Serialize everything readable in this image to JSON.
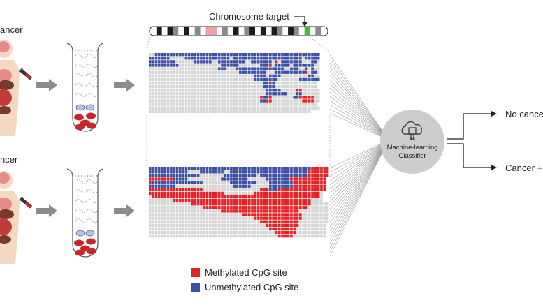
{
  "top_patient_label": "ancer",
  "bottom_patient_label": "ncer",
  "chromosome": {
    "label": "Chromosome target",
    "bands": [
      "w",
      "d",
      "w",
      "d",
      "m",
      "w",
      "d",
      "w",
      "m",
      "w",
      "pk",
      "pk",
      "w",
      "m",
      "w",
      "d",
      "w",
      "m",
      "d",
      "w",
      "d",
      "w",
      "d",
      "m",
      "w",
      "d",
      "m",
      "w",
      "gr",
      "w",
      "m",
      "w"
    ]
  },
  "methylation": {
    "top_rows": [
      "..UUUUUUUUUUUUUUUUUUUUUUUUUUUUUUUUUUUUUUUUUUUUUUUUUUUUUUU",
      "UUUUUUU.....UUUUUUUUUUUUUUU.UUUUUUUUUUUUUUUUUUUUUUU.UUUUU",
      "UUUUUUUUU......UUUUUU..UUUUUUUUU..UUUUUUU.R.UUUUUUU...UU.",
      "UUUUUUUUUU..............UUUUUU.......UUUR.UUUUU.UUUUUUU..",
      ".......................UUU...UUUUUUUUUUUUUUUU..UUU..U.U..",
      "..............................UUUUUUUUU...UUUUUUUUUUR.UU.",
      "...................................UUUU.UUUU.........UU..",
      "...................................UUUUUUUU.......UUUUUUU",
      "......................................UURU..............",
      "......................................UUUU..............",
      ".......................................UUUUU.....RR......",
      ".......................................UUUUUUU...UU......",
      ".....................................RUUR.......UURRRRR..",
      ".....................................UURR..........RRRR..",
      "........................................................",
      ".........................................................",
      "......................................................"
    ],
    "bottom_rows": [
      "UUUUUUUUUUUUUUUUUUUUUUUUUUUUUUUUUUUUUUUUUUUUUUUUUUUUUURRRRRR",
      "UUUUUUUUUUUUU....UUUUUUUU..UUUUUUUUUUUUUUUUUUUUUUUUUURRRRRRR",
      "UUUUUUUUUUUUUUUUU........UUUUUUUUUUU.UUUUUUUUUUUUUUUURRRRRRR",
      "RRRRRRRRUUUUU...........UUUUUUUUU......UUUUUUUURRRRRRRRRRRR",
      "RUUUUUUUUUUUUUUUUU.........UUUUUUUUU....UUUUUUUURRRRRRRRRRR",
      "UUUUUUUUU...................UUUUUU......UUUUUUUURRRRRRRRRRR",
      "RRRRRRRRRRRRRRRRRR...................RRRUUURRRRRRRRRRRRRRRR",
      "RRRRRRRRRRRRRRRRRRRRRRRRR..........RRRRRRRRRRRRRRRRRRRRRR.",
      ".RRRRRRRRRRRRRRRRRRRRRRRRRRRRRRRRRRRRRRRRRRRRRRRRRRRRRRRR.",
      "........RRRRRRRRRRRRRRRRRRRRRRRRRRRRRRRRRRRRRRRRRRRRRR....",
      "..............RRRRRRRRRRRRRRRRRRRRRRRRRRRRRRRRRRRRRRRR......",
      "..................RRRRRRRRRRRRRRRRRRRRRRRRRRRRRRRRRRR.......",
      "........................RRRRRRRRRRRRRRRRRRRRRRRRRR..........",
      "...............................RRRRRRRRRRRRRRRRRRRR.........",
      "...................................RRRRRRRRRRRRRRRR.........",
      ".....................................RRRRRRRRRRRRR..........",
      ".......................................RRRRRRRRRRR.........",
      "........................................RRRRRRRRR..........",
      "..........................................RRRRRRR..........",
      "...........................................RRRRR..........."
    ]
  },
  "classifier_label_line1": "Machine-learning",
  "classifier_label_line2": "Classifier",
  "outcome_top": "No cance",
  "outcome_bottom": "Cancer +",
  "legend": {
    "methylated": "Methylated CpG site",
    "unmethylated": "Unmethylated CpG site"
  },
  "colors": {
    "methylated": "#e42225",
    "unmethylated": "#3b4fa3",
    "empty": "#d6d6d6",
    "arrow": "#8c8c8c",
    "classifier_bg": "#cdcdcd",
    "organ_brain": "#e98a8a",
    "organ_dark": "#7a3a2b",
    "organ_red": "#c23a3a",
    "skin": "#f4d8c2",
    "blood_cell": "#c8262c",
    "highlight_band": "#3fbf3f"
  }
}
